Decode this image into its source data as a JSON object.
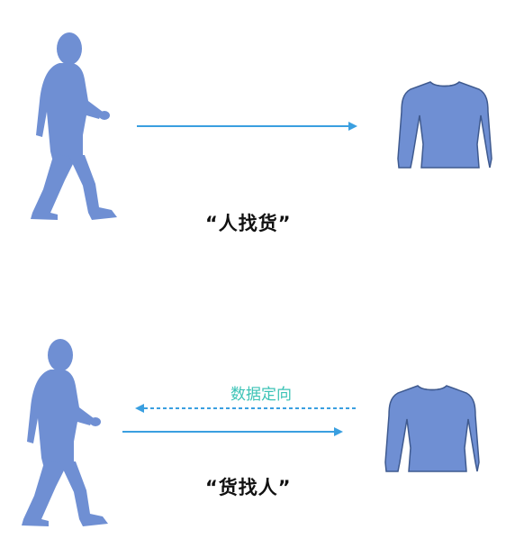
{
  "colors": {
    "figure": "#6f8fd3",
    "arrow": "#3a9fe0",
    "annotation": "#3cc3b6",
    "caption": "#111111"
  },
  "icons": {
    "person": "walking-person-icon",
    "product": "sweater-icon"
  },
  "top_scene": {
    "caption": "“人找货”",
    "arrow_direction": "person-to-product"
  },
  "bottom_scene": {
    "caption": "“货找人”",
    "dashed_label": "数据定向",
    "dashed_arrow_direction": "product-to-person",
    "solid_arrow_direction": "person-to-product"
  }
}
